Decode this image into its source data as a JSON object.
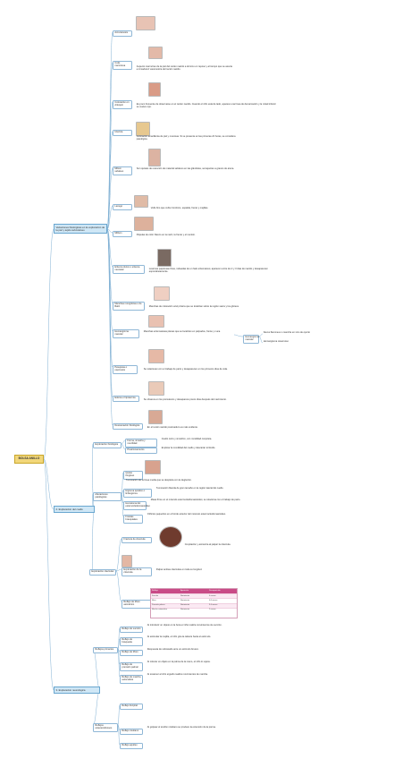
{
  "root": {
    "title": "BOLSA ANILLO"
  },
  "sections": [
    {
      "id": "s1",
      "label": "Variaciones fisiológicas en la exploración de la piel y tejido subcutáneo"
    },
    {
      "id": "s2",
      "label": "2. Exploración del cuello"
    },
    {
      "id": "s3",
      "label": "3. Exploración neurológica"
    }
  ],
  "s1_items": [
    {
      "label": "Acrocianosis"
    },
    {
      "label": "Cutis marmórea",
      "desc": "Aspecto marmóreo de la piel del recién nacido a término en reposo y al tiempo que se asocia a inmadurez vasomotora del recién nacido."
    },
    {
      "label": "Coloración en Arlequín",
      "desc": "Es poco frecuente de observarse en el recién nacido. Cuando el niño está de lado, aparece una línea de demarcación y la mitad inferior se vuelve rojo."
    },
    {
      "label": "Ictericia",
      "desc": "Coloración amarillenta de piel y mucosas. Si se presenta en las primeras 24 horas, se considera patológica."
    },
    {
      "label": "Milium sebáceo",
      "desc": "Son quistes de retención de material sebáceo en las glándulas, semejantes a granos de arena."
    },
    {
      "label": "Lanugo",
      "desc": "Vello fino que cubre hombros, espalda, frente y mejillas."
    },
    {
      "label": "Millium",
      "desc": "Pápulas de color blanco en la nariz, la frente y el mentón."
    },
    {
      "label": "Eritema tóxico o eritema neonatal",
      "desc": "Lesiones papulosas finas, rodeadas de un halo eritematoso; aparecen entre los 2 y 3 días de nacido y desaparecen espontáneamente."
    },
    {
      "label": "Manchas mongólicas o de Baltz",
      "desc": "Manchas de coloración azul pizarra que se localizan sobre la región sacra y los glúteos."
    },
    {
      "label": "Hemangioma macular",
      "desc": "Manchas eritematosas planas que se localizan en párpados, frente y nuca.",
      "branches": [
        {
          "label": "Nevus flammeus o mancha en vino de oporto"
        },
        {
          "label": "Hemangioma cavernoso"
        }
      ]
    },
    {
      "label": "Petequias o equimosis",
      "desc": "Se relacionan con el trabajo de parto y desaparecen en los primeros días de vida."
    },
    {
      "label": "Edema o hipotermia",
      "desc": "Se observa en los prematuros y desaparece pocos días después del nacimiento."
    },
    {
      "label": "Descamación fisiológica",
      "desc": "En el recién nacido postmaduro es más evidente."
    }
  ],
  "s2_items": [
    {
      "label": "Exploración fisiológica",
      "children": [
        {
          "label": "Forma, simetría y movilidad",
          "desc": "Cuello corto y simétrico, con movilidad completa."
        },
        {
          "label": "Posicionamiento",
          "desc": "Explorar la movilidad del cuello y descartar tortícolis."
        }
      ]
    },
    {
      "label": "Alteraciones patológicas",
      "children": [
        {
          "label": "Quiste tirogloso",
          "desc": "Tumoración de la línea media que se desplaza con la deglución."
        },
        {
          "label": "Higroma quístico o linfangioma",
          "desc": "Tumoración blanda de gran tamaño en la región lateral del cuello."
        },
        {
          "label": "Hematoma del esternocleidomastoideo",
          "desc": "Masa firme en el músculo esternocleidomastoideo; se relaciona con el trabajo de parto."
        },
        {
          "label": "Fístulas branquiales",
          "desc": "Orificios pequeños en el borde anterior del músculo esternocleidomastoideo."
        }
      ]
    },
    {
      "label": "Exploración clavicular",
      "children": [
        {
          "label": "Fractura de clavícula",
          "desc": "Crepitación y asimetría al palpar la clavícula."
        },
        {
          "label": "Exploración de la clavícula",
          "desc": "Palpar ambas clavículas en toda su longitud."
        },
        {
          "label": "Reflejo de Moro asimétrico"
        }
      ]
    }
  ],
  "s3_items": [
    {
      "label": "Reflejos primarios",
      "children": [
        {
          "label": "Reflejo de succión",
          "desc": "Al introducir un objeto en la boca el niño realiza movimientos de succión."
        },
        {
          "label": "Reflejo de búsqueda",
          "desc": "Al estimular la mejilla, el niño gira la cabeza hacia el estímulo."
        },
        {
          "label": "Reflejo de Moro",
          "desc": "Respuesta de sobresalto ante un estímulo brusco."
        },
        {
          "label": "Reflejo de prensión palmar",
          "desc": "Al colocar un objeto en la palma de la mano, el niño lo sujeta."
        },
        {
          "label": "Reflejo de marcha automática",
          "desc": "Al sostener al niño erguido realiza movimientos de marcha."
        }
      ]
    },
    {
      "label": "Reflejos osteotendinosos",
      "children": [
        {
          "label": "Reflejo bicipital"
        },
        {
          "label": "Reflejo rotuliano",
          "desc": "Al golpear el tendón rotuliano se produce la extensión de la pierna."
        },
        {
          "label": "Reflejo aquíleo"
        }
      ]
    }
  ],
  "table": {
    "header": [
      "Reflejo",
      "Aparición",
      "Desaparición"
    ],
    "rows": [
      [
        "Succión",
        "Nacimiento",
        "4 meses"
      ],
      [
        "Moro",
        "Nacimiento",
        "4-6 meses"
      ],
      [
        "Prensión palmar",
        "Nacimiento",
        "3-4 meses"
      ],
      [
        "Marcha automática",
        "Nacimiento",
        "2 meses"
      ]
    ]
  },
  "colors": {
    "accent": "#c94b87",
    "root": "#f2d77a",
    "section": "#cfe7f6",
    "line": "#7fb0d4"
  }
}
